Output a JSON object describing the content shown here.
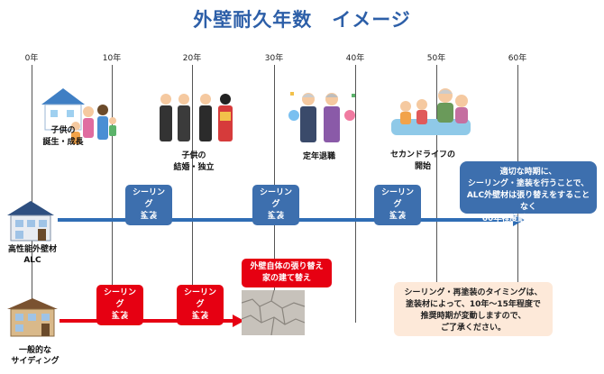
{
  "title": "外壁耐久年数　イメージ",
  "years": [
    "0年",
    "10年",
    "20年",
    "30年",
    "40年",
    "50年",
    "60年"
  ],
  "life_events": [
    {
      "line1": "子供の",
      "line2": "誕生・成長"
    },
    {
      "line1": "子供の",
      "line2": "結婚・独立"
    },
    {
      "line1": "定年退職",
      "line2": ""
    },
    {
      "line1": "セカンドライフの",
      "line2": "開始"
    }
  ],
  "blue_callouts": [
    {
      "line1": "シーリング",
      "line2": "塗装"
    },
    {
      "line1": "シーリング",
      "line2": "塗装"
    },
    {
      "line1": "シーリング",
      "line2": "塗装"
    }
  ],
  "red_callouts": [
    {
      "line1": "シーリング",
      "line2": "塗装"
    },
    {
      "line1": "シーリング",
      "line2": "塗装"
    }
  ],
  "replacement_callout": {
    "line1": "外壁自体の張り替え",
    "line2": "家の建て替え"
  },
  "alc_note": {
    "line1": "適切な時期に、",
    "line2": "シーリング・塗装を行うことで、",
    "line3": "ALC外壁材は張り替えをすることなく",
    "line4": "60年程度耐えられます！"
  },
  "siding_note": {
    "line1": "シーリング・再塗装のタイミングは、",
    "line2": "塗装材によって、10年～15年程度で",
    "line3": "推奨時期が変動しますので、",
    "line4": "ご了承ください。"
  },
  "house_alc": {
    "line1": "高性能外壁材",
    "line2": "ALC"
  },
  "house_siding": {
    "line1": "一般的な",
    "line2": "サイディング"
  },
  "colors": {
    "title": "#2d5fa8",
    "alc_arrow": "#2f6db5",
    "siding_arrow": "#e60012",
    "note_bg": "#fde9d9"
  }
}
